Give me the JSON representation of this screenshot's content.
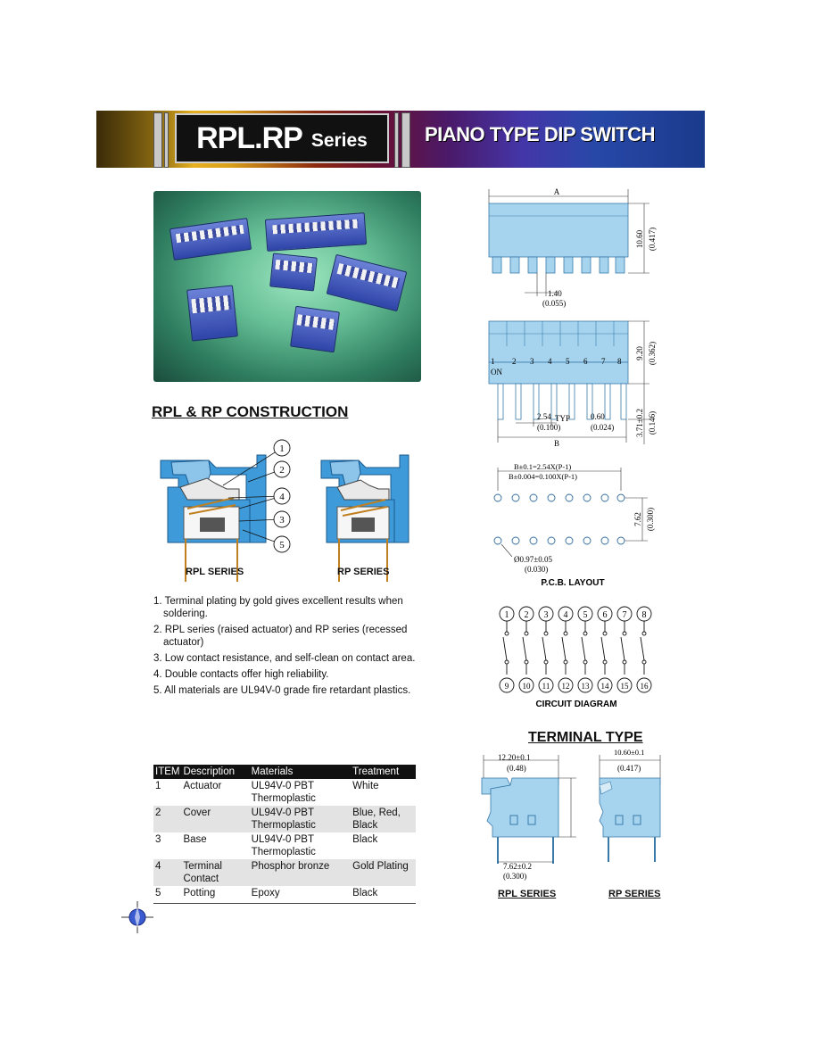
{
  "header": {
    "series_main": "RPL.RP",
    "series_sub": "Series",
    "subtitle": "PIANO TYPE DIP SWITCH"
  },
  "construction": {
    "heading": "RPL & RP CONSTRUCTION",
    "callouts": [
      "1",
      "2",
      "4",
      "3",
      "5"
    ],
    "rpl_caption": "RPL SERIES",
    "rp_caption": "RP SERIES"
  },
  "features": [
    "1. Terminal plating by gold gives excellent results when soldering.",
    "2. RPL series (raised actuator) and RP series (recessed actuator)",
    "3. Low contact resistance, and self-clean on contact area.",
    "4. Double contacts offer high reliability.",
    "5. All materials are UL94V-0 grade fire retardant plastics."
  ],
  "spec_table": {
    "headers": [
      "ITEM",
      "Description",
      "Materials",
      "Treatment"
    ],
    "rows": [
      {
        "item": "1",
        "description": "Actuator",
        "materials": "UL94V-0 PBT Thermoplastic",
        "treatment": "White"
      },
      {
        "item": "2",
        "description": "Cover",
        "materials": "UL94V-0 PBT Thermoplastic",
        "treatment": "Blue, Red, Black"
      },
      {
        "item": "3",
        "description": "Base",
        "materials": "UL94V-0 PBT Thermoplastic",
        "treatment": "Black"
      },
      {
        "item": "4",
        "description": "Terminal Contact",
        "materials": "Phosphor bronze",
        "treatment": "Gold Plating"
      },
      {
        "item": "5",
        "description": "Potting",
        "materials": "Epoxy",
        "treatment": "Black"
      }
    ]
  },
  "dimensions_top": {
    "width_label": "A",
    "height_mm": "10.60",
    "height_in": "(0.417)",
    "pitch_mm": "1.40",
    "pitch_in": "(0.055)"
  },
  "dimensions_front": {
    "pin_numbers": [
      "1",
      "2",
      "3",
      "4",
      "5",
      "6",
      "7",
      "8"
    ],
    "on_label": "ON",
    "height_mm": "9.20",
    "height_in": "(0.362)",
    "pin_length_mm": "3.71±0.2",
    "pin_length_in": "(0.146)",
    "pitch_mm": "2.54",
    "pitch_typ": "TYP",
    "pitch_in": "(0.100)",
    "pin_width_mm": "0.60",
    "pin_width_in": "(0.024)",
    "width_label": "B"
  },
  "pcb_layout": {
    "b_mm": "B±0.1=2.54X(P-1)",
    "b_in": "B±0.004=0.100X(P-1)",
    "row_spacing_mm": "7.62",
    "row_spacing_in": "(0.300)",
    "hole_mm": "Ø0.97±0.05",
    "hole_in": "(0.030)",
    "caption": "P.C.B. LAYOUT"
  },
  "circuit": {
    "top_pins": [
      "1",
      "2",
      "3",
      "4",
      "5",
      "6",
      "7",
      "8"
    ],
    "bottom_pins": [
      "9",
      "10",
      "11",
      "12",
      "13",
      "14",
      "15",
      "16"
    ],
    "caption": "CIRCUIT DIAGRAM"
  },
  "terminal_type": {
    "heading": "TERMINAL TYPE",
    "rpl_width_mm": "12.20±0.1",
    "rpl_width_in": "(0.48)",
    "rp_width_mm": "10.60±0.1",
    "rp_width_in": "(0.417)",
    "pin_spacing_mm": "7.62±0.2",
    "pin_spacing_in": "(0.300)",
    "rpl_caption": "RPL SERIES",
    "rp_caption": "RP SERIES"
  },
  "colors": {
    "part_blue": "#a6d4ee",
    "part_blue_dark": "#2f86c8",
    "switch_blue": "#3a4cb0"
  }
}
